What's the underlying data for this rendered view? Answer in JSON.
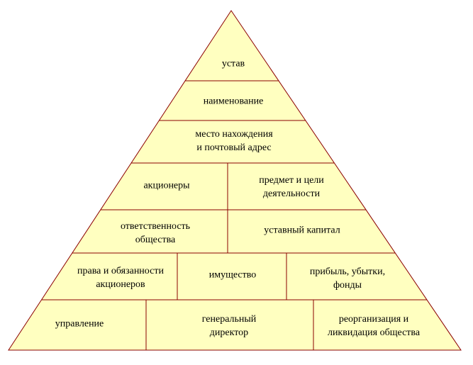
{
  "colors": {
    "fill": "#ffffc0",
    "stroke": "#8b0000"
  },
  "tiers": [
    {
      "cells": [
        {
          "lines": [
            "устав"
          ]
        }
      ]
    },
    {
      "cells": [
        {
          "lines": [
            "наименование"
          ]
        }
      ]
    },
    {
      "cells": [
        {
          "lines": [
            "место нахождения",
            "и почтовый адрес"
          ]
        }
      ]
    },
    {
      "cells": [
        {
          "lines": [
            "акционеры"
          ]
        },
        {
          "lines": [
            "предмет и цели",
            "деятельности"
          ]
        }
      ]
    },
    {
      "cells": [
        {
          "lines": [
            "ответственность",
            "общества"
          ]
        },
        {
          "lines": [
            "уставный капитал"
          ]
        }
      ]
    },
    {
      "cells": [
        {
          "lines": [
            "права и обязанности",
            "акционеров"
          ]
        },
        {
          "lines": [
            "имущество"
          ]
        },
        {
          "lines": [
            "прибыль, убытки,",
            "фонды"
          ]
        }
      ]
    },
    {
      "cells": [
        {
          "lines": [
            "управление"
          ]
        },
        {
          "lines": [
            "генеральный",
            "директор"
          ]
        },
        {
          "lines": [
            "реорганизация и",
            "ликвидация общества"
          ]
        }
      ]
    }
  ]
}
